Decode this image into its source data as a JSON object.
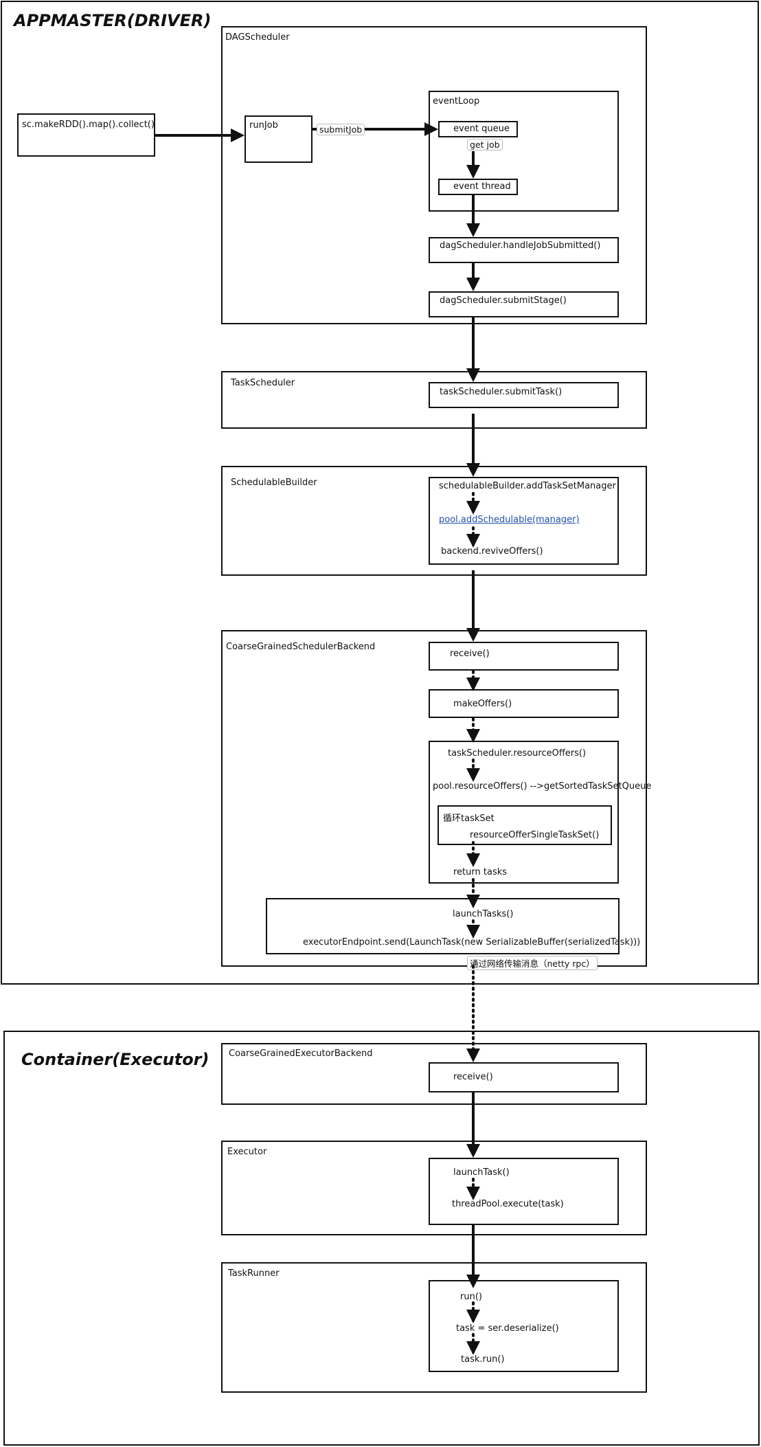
{
  "driver": {
    "title": "APPMASTER(DRIVER)",
    "entry": "sc.makeRDD().map().collect()",
    "dag": {
      "label": "DAGScheduler",
      "run_job": "runJob",
      "submit_job": "submitJob",
      "event_loop": "eventLoop",
      "event_queue": "event queue",
      "get_job": "get job",
      "event_thread": "event thread",
      "handle_job_submitted": "dagScheduler.handleJobSubmitted()",
      "submit_stage": "dagScheduler.submitStage()"
    },
    "task_scheduler": {
      "label": "TaskScheduler",
      "submit_task": "taskScheduler.submitTask()"
    },
    "schedulable_builder": {
      "label": "SchedulableBuilder",
      "add_task_set_manager": "schedulableBuilder.addTaskSetManager",
      "pool_add": "pool.addSchedulable(manager)",
      "revive_offers": "backend.reviveOffers()"
    },
    "backend": {
      "label": "CoarseGrainedSchedulerBackend",
      "receive": "receive()",
      "make_offers": "makeOffers()",
      "resource_offers": "taskScheduler.resourceOffers()",
      "pool_resource_offers": "pool.resourceOffers() -->getSortedTaskSetQueue",
      "loop_task_set": "循环taskSet",
      "resource_offer_single": "resourceOfferSingleTaskSet()",
      "return_tasks": "return tasks",
      "launch_tasks": "launchTasks()",
      "executor_send": "executorEndpoint.send(LaunchTask(new SerializableBuffer(serializedTask)))",
      "network_note": "通过网络传输消息（netty rpc）"
    }
  },
  "container": {
    "title": "Container(Executor)",
    "executor_backend": {
      "label": "CoarseGrainedExecutorBackend",
      "receive": "receive()"
    },
    "executor": {
      "label": "Executor",
      "launch_task": "launchTask()",
      "thread_pool_execute": "threadPool.execute(task)"
    },
    "task_runner": {
      "label": "TaskRunner",
      "run": "run()",
      "deserialize": "task = ser.deserialize()",
      "task_run": "task.run()"
    }
  }
}
